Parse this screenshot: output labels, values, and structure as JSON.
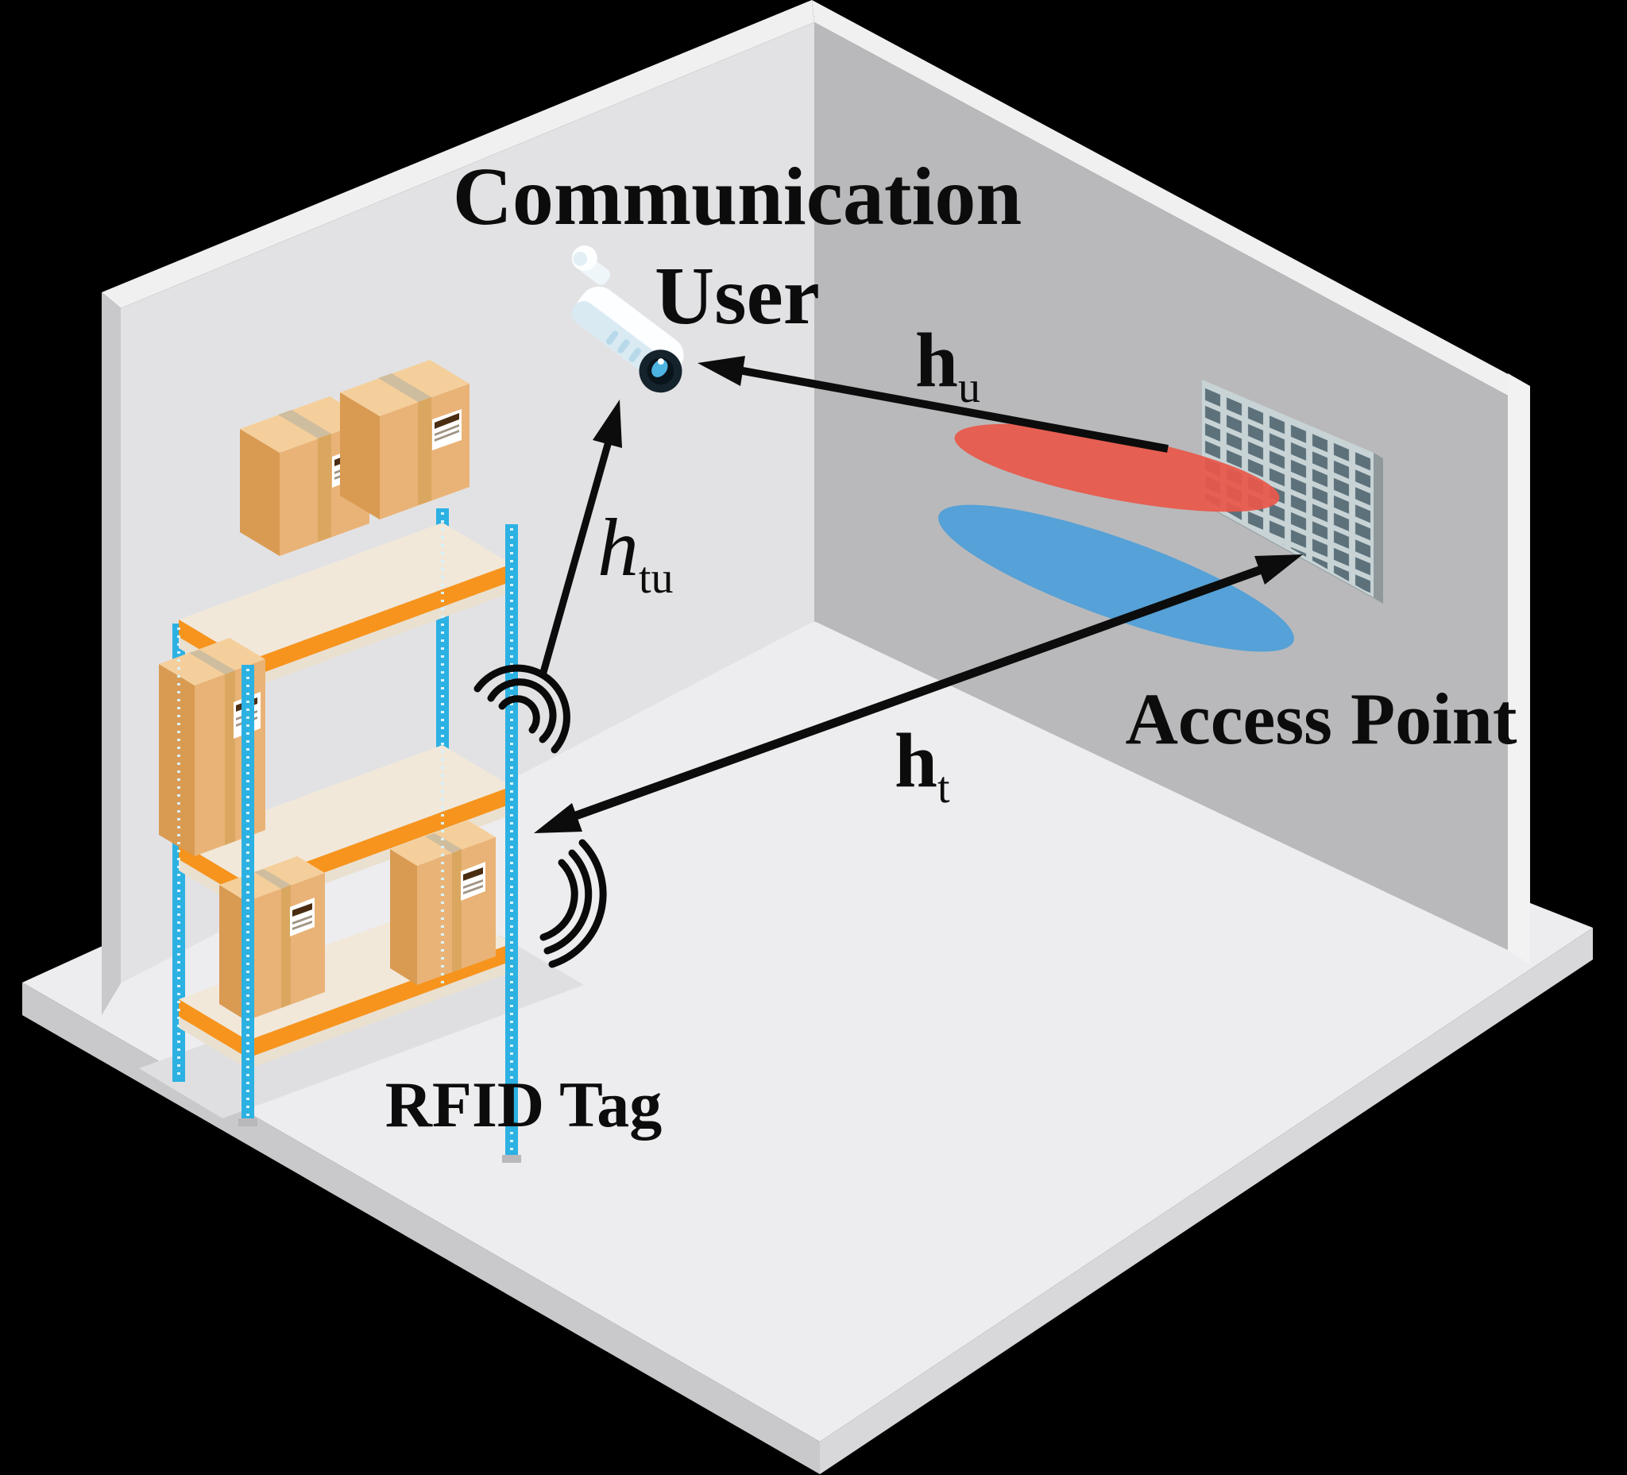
{
  "figure": {
    "type": "wireless-indoor-scenario-diagram",
    "background_color": "#000000",
    "labels": {
      "communication_user": {
        "line1": "Communication",
        "line2": "User"
      },
      "access_point": "Access Point",
      "rfid_tag": "RFID Tag",
      "channel_ap_user": {
        "main": "h",
        "sub": "u"
      },
      "channel_tag_user": {
        "main": "h",
        "sub": "tu"
      },
      "channel_ap_tag": {
        "main": "h",
        "sub": "t"
      }
    },
    "colors": {
      "left_wall": "#e2e2e4",
      "right_wall": "#b9b9bb",
      "wall_edge_highlight": "#f0f0f1",
      "floor": "#ededef",
      "beam_red": "#e8584a",
      "beam_blue": "#4f9fd9",
      "shelf_post_blue": "#2cb1e3",
      "shelf_rail_orange": "#f7941d",
      "shelf_board_cream": "#f1e8da",
      "box_front_tan": "#e9b377",
      "arrow_black": "#0c0c0c",
      "ap_panel_face": "#c7d3d5",
      "ap_panel_cell": "#5d717b"
    },
    "icons": [
      "cctv-camera-icon",
      "antenna-array-icon",
      "warehouse-shelf-icon",
      "cardboard-box-icon",
      "rfid-wave-icon",
      "beam-lobe-icon",
      "channel-arrow-icon"
    ]
  }
}
